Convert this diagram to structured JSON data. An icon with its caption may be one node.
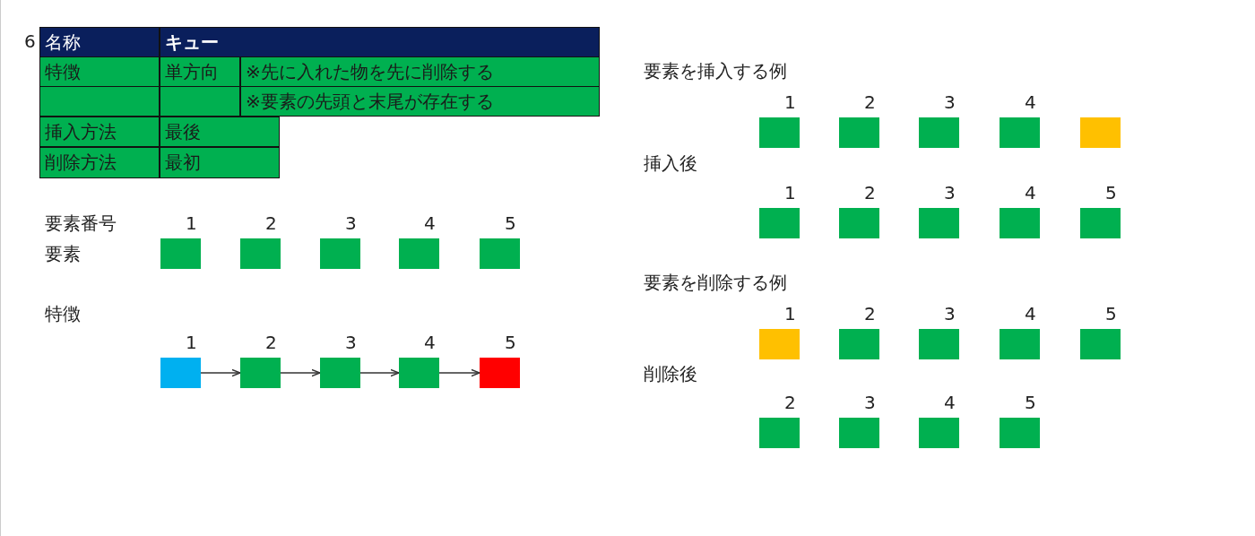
{
  "diagram": {
    "nodes": [
      {
        "text": [],
        "shape": "box",
        "beside": [
          "1"
        ]
      },
      {
        "text": [],
        "shape": "box",
        "beside": [
          "2"
        ]
      },
      {
        "text": [],
        "shape": "box",
        "beside": [
          "3"
        ]
      },
      {
        "text": [],
        "shape": "box",
        "beside": [
          "4"
        ]
      },
      {
        "text": [],
        "shape": "box",
        "beside": [
          "5"
        ]
      },
      {
        "text": [],
        "shape": "box",
        "beside": [
          "1"
        ]
      },
      {
        "text": [],
        "shape": "box",
        "beside": [
          "2"
        ]
      },
      {
        "text": [],
        "shape": "box",
        "beside": [
          "3"
        ]
      },
      {
        "text": [],
        "shape": "box",
        "beside": [
          "4"
        ]
      },
      {
        "text": [],
        "shape": "box",
        "beside": [
          "5"
        ]
      },
      {
        "text": [],
        "shape": "box",
        "beside": [
          "1"
        ]
      },
      {
        "text": [],
        "shape": "box",
        "beside": [
          "2"
        ]
      },
      {
        "text": [],
        "shape": "box",
        "beside": [
          "3"
        ]
      },
      {
        "text": [],
        "shape": "box",
        "beside": [
          "4"
        ]
      },
      {
        "text": [],
        "shape": "box"
      },
      {
        "text": [],
        "shape": "box",
        "beside": [
          "1"
        ]
      },
      {
        "text": [],
        "shape": "box",
        "beside": [
          "2"
        ]
      },
      {
        "text": [],
        "shape": "box",
        "beside": [
          "3"
        ]
      },
      {
        "text": [],
        "shape": "box",
        "beside": [
          "4"
        ]
      },
      {
        "text": [],
        "shape": "box",
        "beside": [
          "5"
        ]
      },
      {
        "text": [],
        "shape": "box",
        "beside": [
          "1"
        ]
      },
      {
        "text": [],
        "shape": "box",
        "beside": [
          "2"
        ]
      },
      {
        "text": [],
        "shape": "box",
        "beside": [
          "3"
        ]
      },
      {
        "text": [],
        "shape": "box",
        "beside": [
          "4"
        ]
      },
      {
        "text": [],
        "shape": "box",
        "beside": [
          "5"
        ]
      },
      {
        "text": [],
        "shape": "box",
        "beside": [
          "2"
        ]
      },
      {
        "text": [],
        "shape": "box",
        "beside": [
          "3"
        ]
      },
      {
        "text": [],
        "shape": "box",
        "beside": [
          "4"
        ]
      },
      {
        "text": [],
        "shape": "box",
        "beside": [
          "5"
        ]
      }
    ],
    "edges": [
      {
        "from": 5,
        "to": 6,
        "arrow": "to"
      },
      {
        "from": 6,
        "to": 7,
        "arrow": "to"
      },
      {
        "from": 7,
        "to": 8,
        "arrow": "to"
      },
      {
        "from": 8,
        "to": 9,
        "arrow": "to"
      }
    ],
    "labels": [
      "6",
      "名称",
      "キュー",
      "特徴",
      "単方向",
      "※先に入れた物を先に削除する",
      "※要素の先頭と末尾が存在する",
      "挿入方法",
      "最後",
      "削除方法",
      "最初",
      "要素を挿入する例",
      "挿入後",
      "要素番号",
      "要素",
      "要素を削除する例",
      "特徴",
      "削除後"
    ]
  }
}
